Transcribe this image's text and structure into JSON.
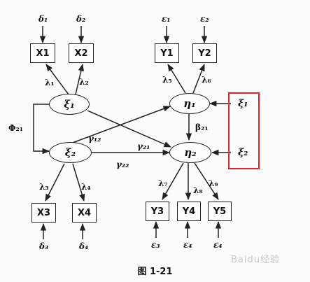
{
  "observed": {
    "x1": "X1",
    "x2": "X2",
    "x3": "X3",
    "x4": "X4",
    "y1": "Y1",
    "y2": "Y2",
    "y3": "Y3",
    "y4": "Y4",
    "y5": "Y5"
  },
  "latent": {
    "xi1": "ξ₁",
    "xi2": "ξ₂",
    "eta1": "η₁",
    "eta2": "η₂"
  },
  "errors": {
    "d1": "δ₁",
    "d2": "δ₂",
    "d3": "δ₃",
    "d4": "δ₄",
    "e1": "ε₁",
    "e2": "ε₂",
    "e3": "ε₃",
    "e4": "ε₄",
    "e4b": "ε₄"
  },
  "loadings": {
    "l1": "λ₁",
    "l2": "λ₂",
    "l3": "λ₃",
    "l4": "λ₄",
    "l5": "λ₅",
    "l6": "λ₆",
    "l7": "λ₇",
    "l8": "λ₈",
    "l9": "λ₉"
  },
  "paths": {
    "phi21": "Φ₂₁",
    "gamma12": "γ₁₂",
    "gamma21": "γ₂₁",
    "gamma22": "γ₂₂",
    "beta21": "β₂₁"
  },
  "disturbances": {
    "z1": "ξ₁",
    "z2": "ξ₂"
  },
  "caption": "图 1-21",
  "watermark": "Baidu经验",
  "colors": {
    "line": "#222222",
    "highlight": "#d9262b"
  }
}
